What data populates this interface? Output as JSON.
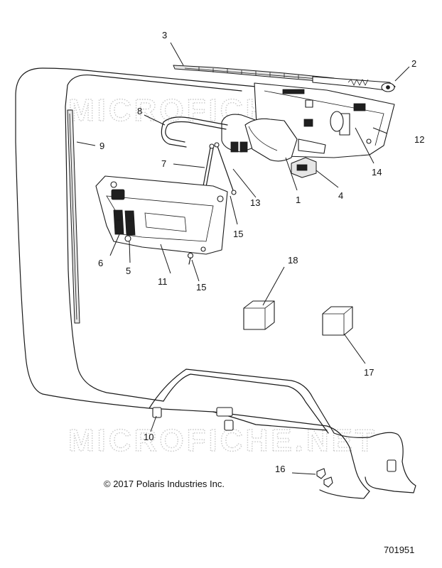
{
  "watermark_text": "MICROFICHE.NET",
  "copyright": "© 2017 Polaris Industries Inc.",
  "document_number": "701951",
  "callouts": {
    "c1": "1",
    "c2": "2",
    "c3": "3",
    "c4": "4",
    "c5": "5",
    "c6": "6",
    "c7": "7",
    "c8": "8",
    "c9": "9",
    "c10": "10",
    "c11": "11",
    "c12": "12",
    "c13": "13",
    "c14": "14",
    "c15a": "15",
    "c15b": "15",
    "c16": "16",
    "c17": "17",
    "c18": "18"
  }
}
